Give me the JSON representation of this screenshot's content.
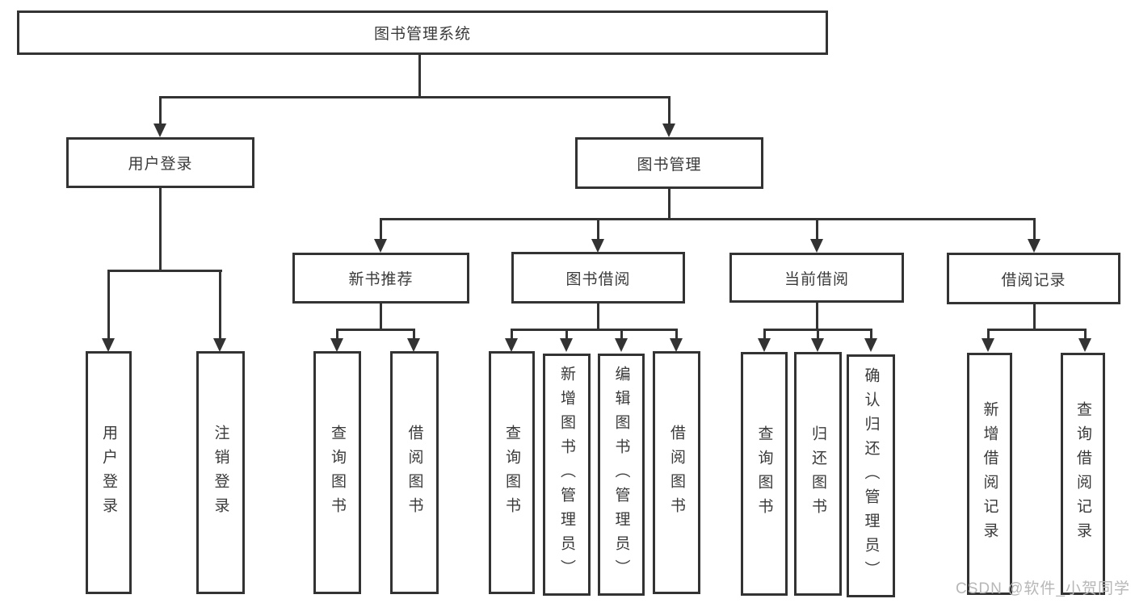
{
  "colors": {
    "line": "#333333",
    "box_fill": "#ffffff",
    "text": "#3a3a3a",
    "watermark": "#b7b7b7"
  },
  "tree": {
    "root_label": "图书管理系统",
    "l2": [
      "用户登录",
      "图书管理"
    ],
    "l3": [
      "新书推荐",
      "图书借阅",
      "当前借阅",
      "借阅记录"
    ],
    "leaves": {
      "user": [
        "用户登录",
        "注销登录"
      ],
      "recommend": [
        "查询图书",
        "借阅图书"
      ],
      "borrow": [
        "查询图书",
        "新增图书（管理员）",
        "编辑图书（管理员）",
        "借阅图书"
      ],
      "current": [
        "查询图书",
        "归还图书",
        "确认归还（管理员）"
      ],
      "records": [
        "新增借阅记录",
        "查询借阅记录"
      ]
    }
  },
  "watermark": {
    "text": "CSDN @软件_小贺同学"
  }
}
